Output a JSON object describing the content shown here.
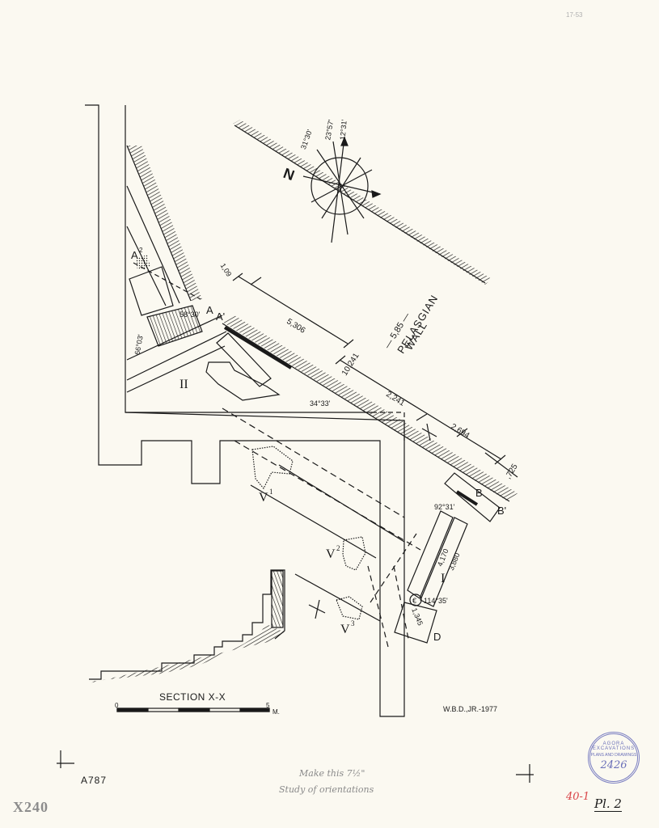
{
  "labels": {
    "north": "N",
    "compass_a": "31°30'",
    "compass_b": "23°57'",
    "compass_c": "12°31'",
    "wall_name_1": "— 5,85 —",
    "wall_name_2": "PELASGIAN",
    "wall_name_3": "WALL",
    "dim_109": "1,09",
    "dim_5306": "5,306",
    "dim_10241": "10,241",
    "dim_2241": "2,241",
    "dim_2694": "2,694",
    "dim_725": ",725",
    "dim_4170": "4,170",
    "dim_3880": "3,880",
    "dim_1345": "1,345",
    "ang_5830": "58°30'",
    "ang_6603": "66°03'",
    "ang_3433": "34°33'",
    "ang_9231": "92°31'",
    "ang_11435": "114°35'",
    "pt_a": "A",
    "pt_a_prime": "A'",
    "pt_a2": "A",
    "pt_a2_sup": "2",
    "pt_b": "B",
    "pt_b_prime": "B'",
    "pt_d": "D",
    "roman_1": "I",
    "roman_2": "II",
    "v1": "V",
    "v1_sup": "1",
    "v2": "V",
    "v2_sup": "2",
    "v3": "V",
    "v3_sup": "3",
    "section_x1": "X",
    "section_x2": "X",
    "circled_e": "€"
  },
  "section": {
    "title": "SECTION X-X",
    "scale_start": "0",
    "scale_end": "5",
    "scale_unit": "M."
  },
  "credit": "W.B.D.,JR.-1977",
  "catalog_number": "A787",
  "plate_number": "X240",
  "handwritten_note_1": "Make this 7½\"",
  "handwritten_note_2": "Study of orientations",
  "corner_ref": "17-53",
  "red_mark": "40-1",
  "plate_label": "Pl. 2",
  "stamp": {
    "line1": "AGORA EXCAVATIONS",
    "line2": "PLANS AND DRAWINGS",
    "number": "2426"
  },
  "colors": {
    "paper": "#fbf9f1",
    "ink": "#1a1a1a",
    "stamp": "#6a6fb8",
    "red_pencil": "#d9464a",
    "pencil": "#8a8a8a"
  }
}
